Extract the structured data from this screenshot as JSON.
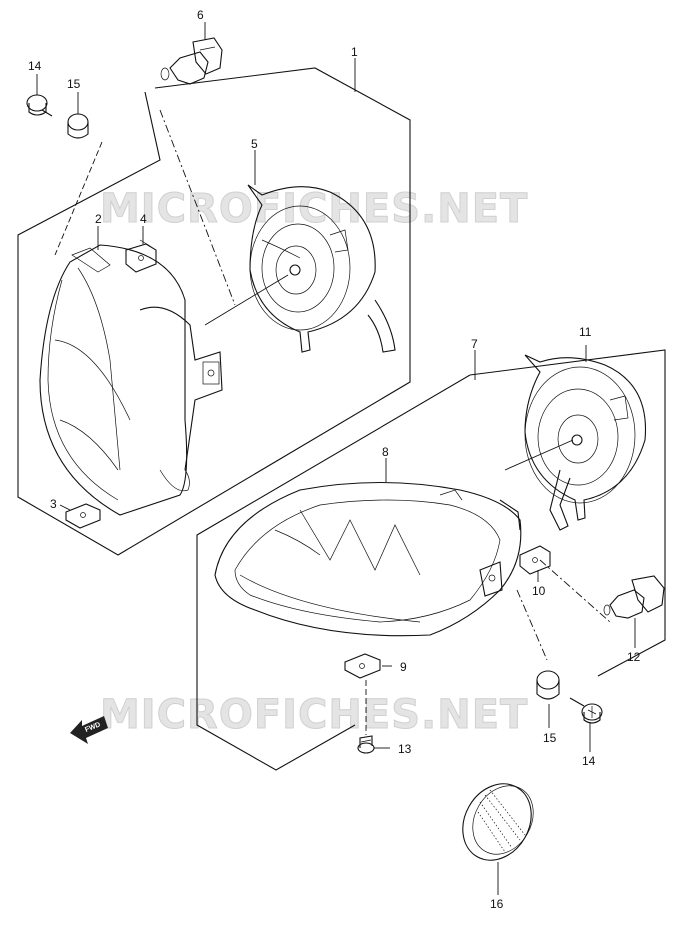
{
  "watermark": "MICROFICHES.NET",
  "fwd_arrow_text": "FWD",
  "callouts": [
    {
      "id": "c1",
      "label": "1"
    },
    {
      "id": "c2",
      "label": "2"
    },
    {
      "id": "c3",
      "label": "3"
    },
    {
      "id": "c4",
      "label": "4"
    },
    {
      "id": "c5",
      "label": "5"
    },
    {
      "id": "c6",
      "label": "6"
    },
    {
      "id": "c7",
      "label": "7"
    },
    {
      "id": "c8",
      "label": "8"
    },
    {
      "id": "c9",
      "label": "9"
    },
    {
      "id": "c10",
      "label": "10"
    },
    {
      "id": "c11",
      "label": "11"
    },
    {
      "id": "c12",
      "label": "12"
    },
    {
      "id": "c13",
      "label": "13"
    },
    {
      "id": "c14a",
      "label": "14"
    },
    {
      "id": "c14b",
      "label": "14"
    },
    {
      "id": "c15a",
      "label": "15"
    },
    {
      "id": "c15b",
      "label": "15"
    },
    {
      "id": "c16",
      "label": "16"
    }
  ]
}
